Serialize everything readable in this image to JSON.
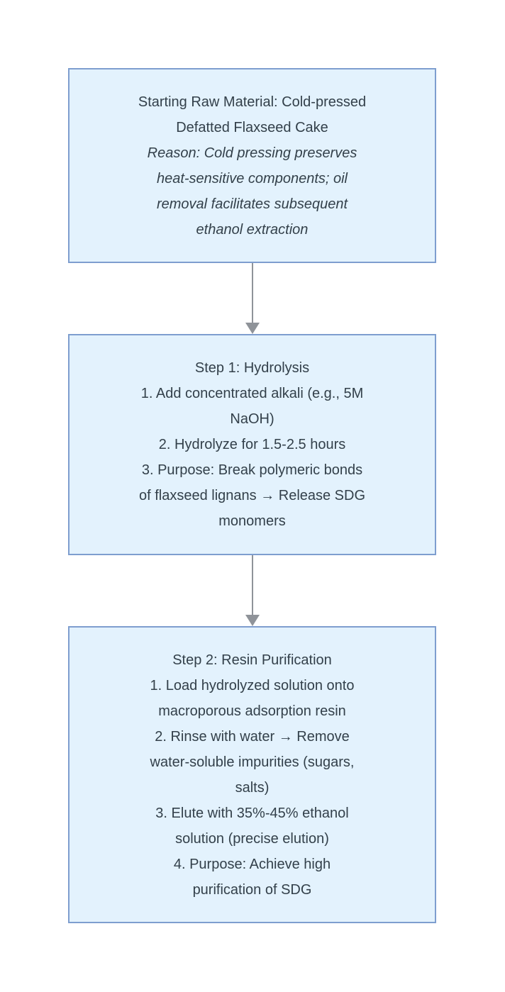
{
  "flowchart": {
    "colors": {
      "background": "#ffffff",
      "node_fill": "#e3f2fd",
      "node_border": "#7e9ecf",
      "text": "#33404a",
      "arrow": "#8f9399"
    },
    "nodes": [
      {
        "id": "raw-material",
        "lines": [
          {
            "text": "Starting Raw Material: Cold-pressed",
            "italic": false
          },
          {
            "text": "Defatted Flaxseed Cake",
            "italic": false
          },
          {
            "text": "Reason: Cold pressing preserves",
            "italic": true
          },
          {
            "text": "heat-sensitive components; oil",
            "italic": true
          },
          {
            "text": "removal facilitates subsequent",
            "italic": true
          },
          {
            "text": "ethanol extraction",
            "italic": true
          }
        ]
      },
      {
        "id": "step1-hydrolysis",
        "lines": [
          {
            "text": "Step 1: Hydrolysis",
            "italic": false
          },
          {
            "text": "1. Add concentrated alkali (e.g., 5M",
            "italic": false
          },
          {
            "text": "NaOH)",
            "italic": false
          },
          {
            "text": "2. Hydrolyze for 1.5-2.5 hours",
            "italic": false
          },
          {
            "text": "3. Purpose: Break polymeric bonds",
            "italic": false
          },
          {
            "text": "of flaxseed lignans → Release SDG",
            "italic": false
          },
          {
            "text": "monomers",
            "italic": false
          }
        ]
      },
      {
        "id": "step2-resin-purification",
        "lines": [
          {
            "text": "Step 2: Resin Purification",
            "italic": false
          },
          {
            "text": "1. Load hydrolyzed solution onto",
            "italic": false
          },
          {
            "text": "macroporous adsorption resin",
            "italic": false
          },
          {
            "text": "2. Rinse with water → Remove",
            "italic": false
          },
          {
            "text": "water-soluble impurities (sugars,",
            "italic": false
          },
          {
            "text": "salts)",
            "italic": false
          },
          {
            "text": "3. Elute with 35%-45% ethanol",
            "italic": false
          },
          {
            "text": "solution (precise elution)",
            "italic": false
          },
          {
            "text": "4. Purpose: Achieve high",
            "italic": false
          },
          {
            "text": "purification of SDG",
            "italic": false
          }
        ]
      }
    ]
  }
}
